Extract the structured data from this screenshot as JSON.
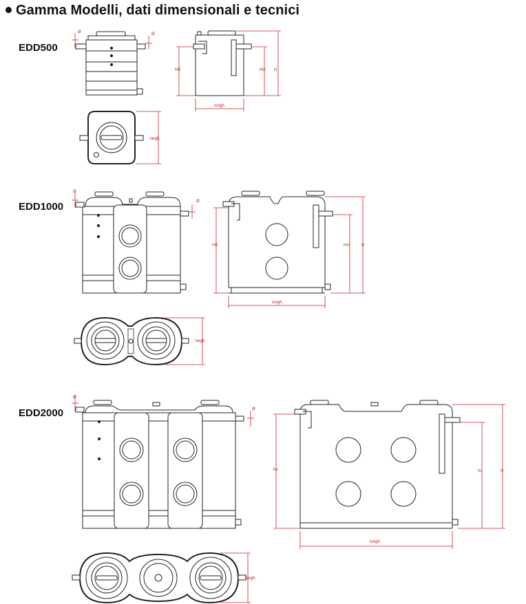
{
  "title": "Gamma Modelli, dati dimensionali e tecnici",
  "colors": {
    "outline": "#222222",
    "dimension": "#c8202a",
    "fill": "#ffffff",
    "shade": "#bbbbbb"
  },
  "dimension_labels": {
    "diameter": "Ø",
    "width": "lungh.",
    "depth": "largh.",
    "inlet_height": "HE",
    "outlet_height": "HU",
    "height": "H",
    "inlet_height_lower": "he",
    "outlet_height_lower": "hu"
  },
  "models": [
    {
      "name": "EDD500"
    },
    {
      "name": "EDD1000"
    },
    {
      "name": "EDD2000"
    }
  ]
}
